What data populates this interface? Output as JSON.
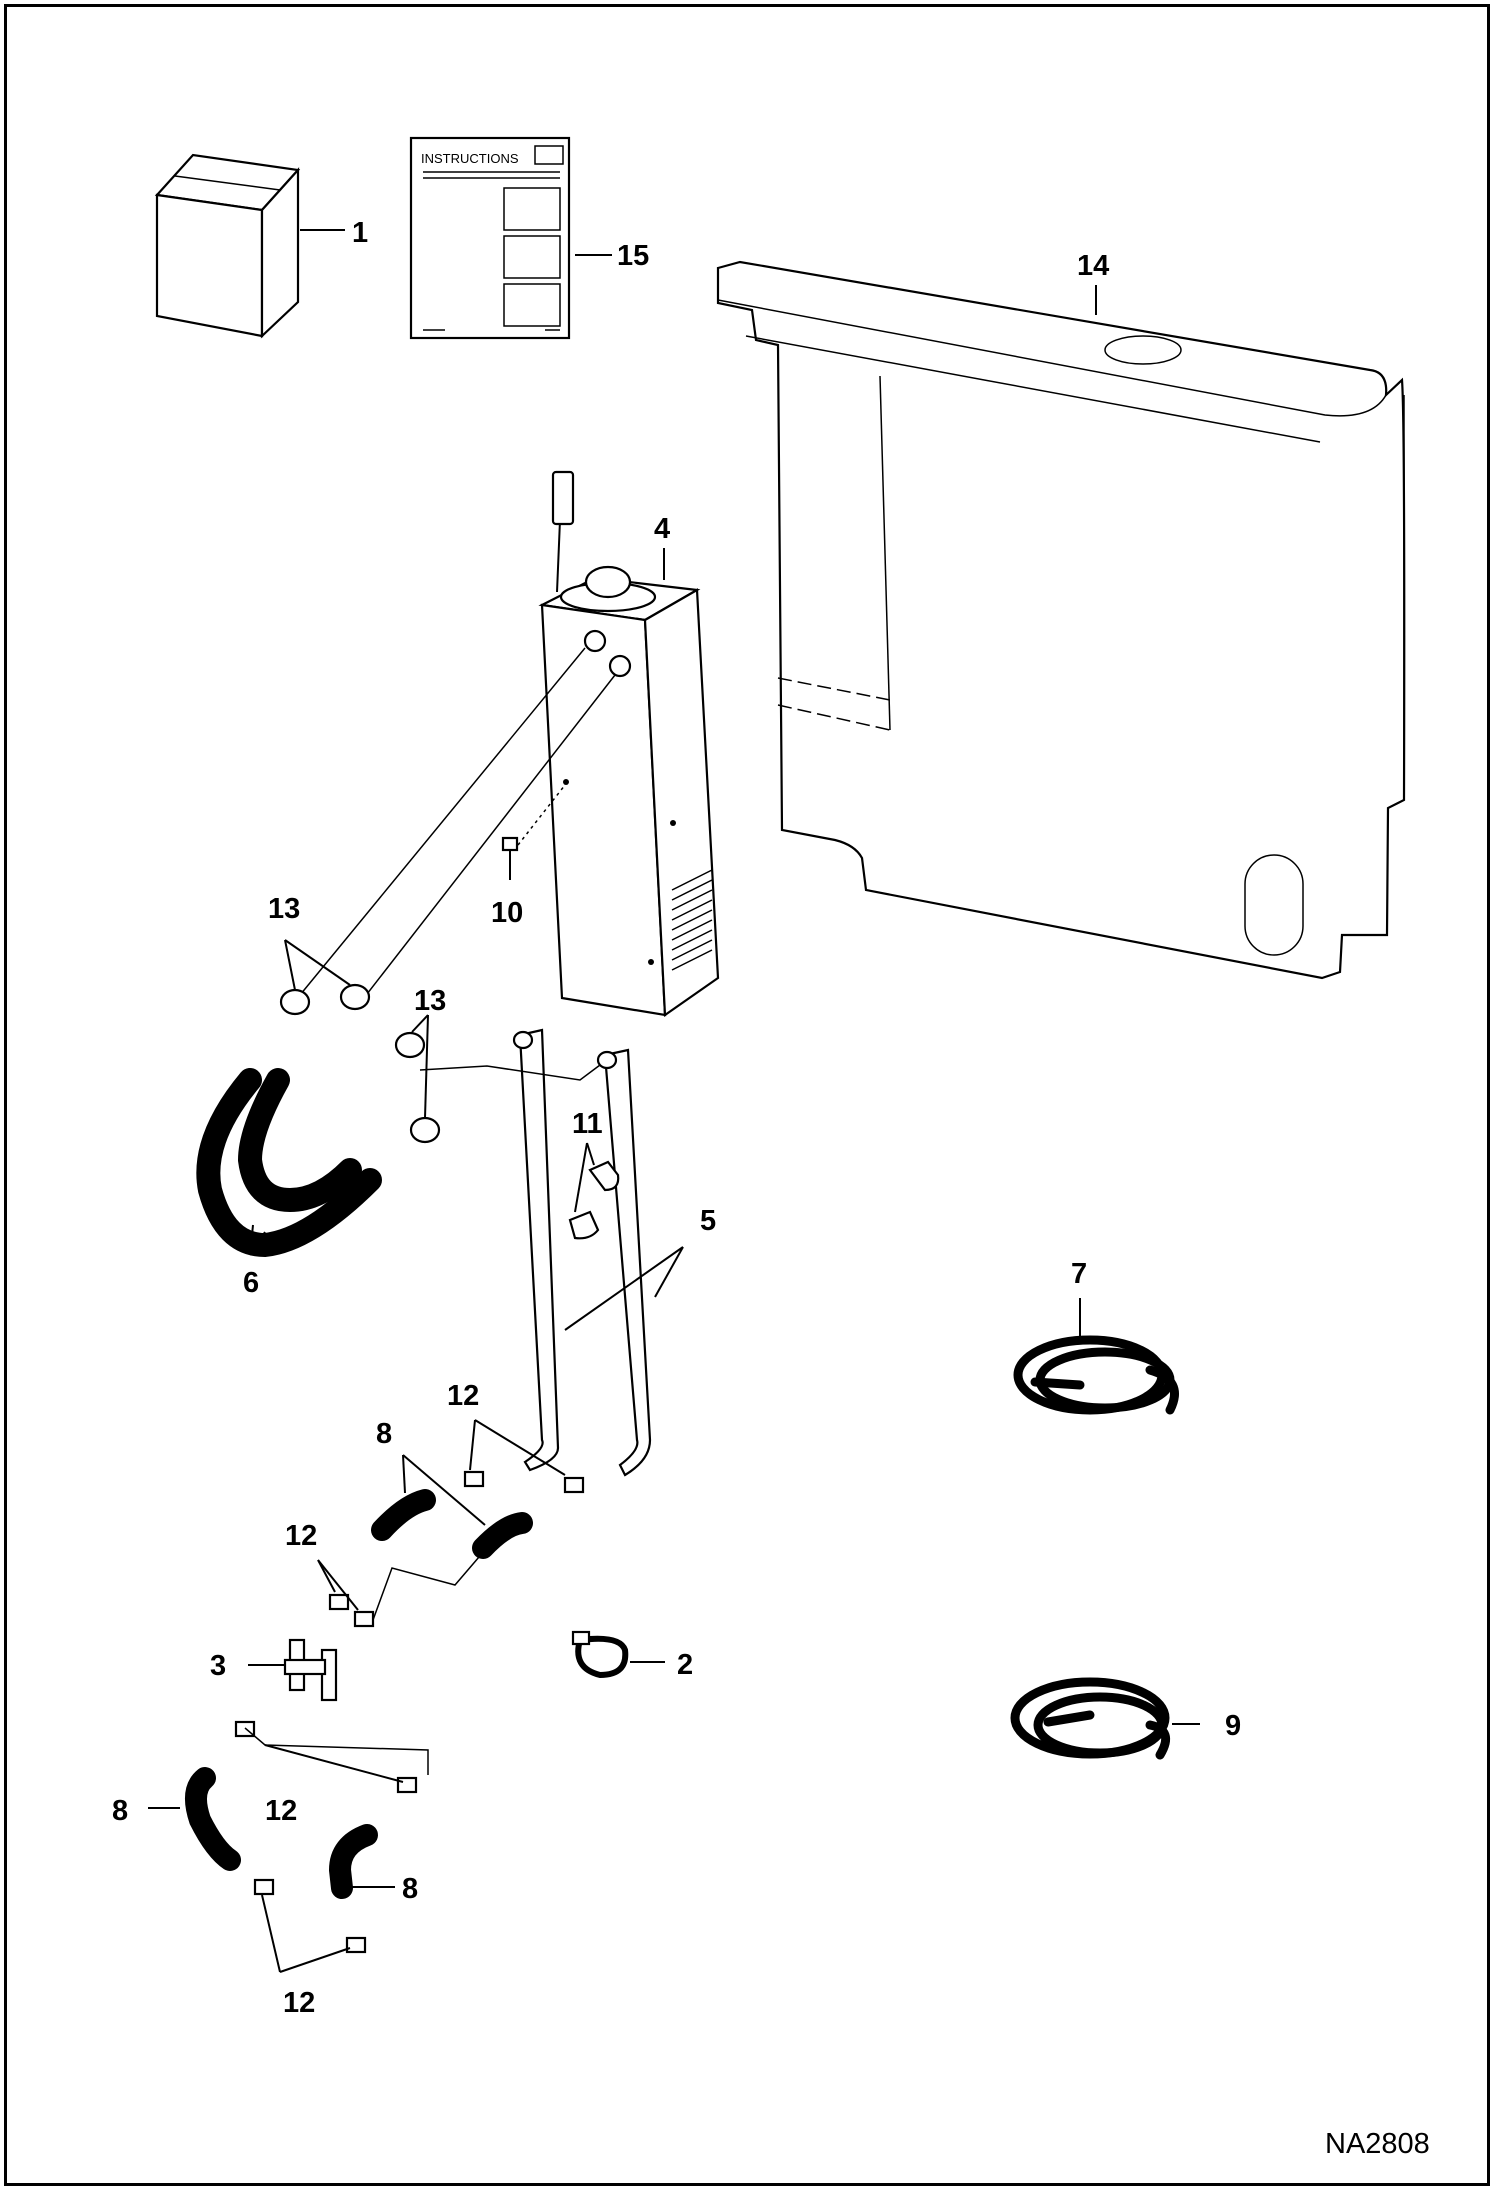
{
  "diagram": {
    "instructions_text": "INSTRUCTIONS",
    "reference_code": "NA2808",
    "callouts": {
      "c1": "1",
      "c2": "2",
      "c3": "3",
      "c4": "4",
      "c5": "5",
      "c6": "6",
      "c7": "7",
      "c8a": "8",
      "c8b": "8",
      "c8c": "8",
      "c9": "9",
      "c10": "10",
      "c11": "11",
      "c12a": "12",
      "c12b": "12",
      "c12c": "12",
      "c12d": "12",
      "c13a": "13",
      "c13b": "13",
      "c14": "14",
      "c15": "15"
    }
  }
}
